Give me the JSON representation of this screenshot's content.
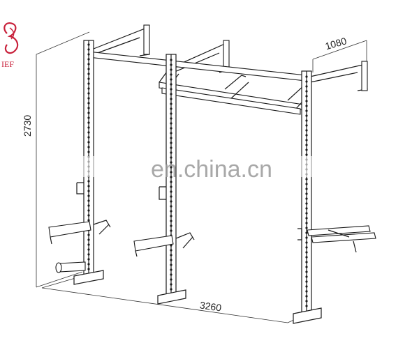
{
  "logo": {
    "text": "IEF",
    "color": "#c8203a"
  },
  "watermark": "en.china.cn",
  "dimensions": {
    "height": "2730",
    "depth": "1080",
    "width": "3260"
  }
}
